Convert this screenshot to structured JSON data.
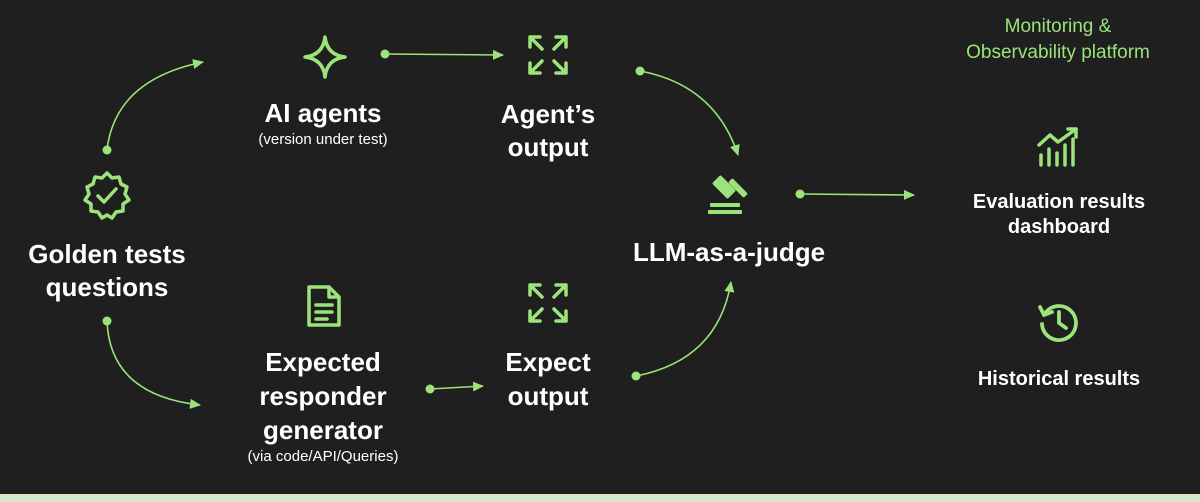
{
  "colors": {
    "accent": "#9be37a",
    "background": "#1f1f1f",
    "text": "#ffffff"
  },
  "nodes": {
    "golden": {
      "icon": "badge-check-icon",
      "lines": [
        "Golden tests",
        "questions"
      ]
    },
    "ai_agents": {
      "icon": "sparkle-icon",
      "title": "AI agents",
      "subtitle": "(version under test)"
    },
    "agent_output": {
      "icon": "expand-arrows-icon",
      "lines": [
        "Agent’s",
        "output"
      ]
    },
    "expected_generator": {
      "icon": "document-icon",
      "lines": [
        "Expected",
        "responder",
        "generator"
      ],
      "subtitle": "(via code/API/Queries)"
    },
    "expect_output": {
      "icon": "expand-arrows-icon",
      "lines": [
        "Expect",
        "output"
      ]
    },
    "judge": {
      "icon": "gavel-icon",
      "title": "LLM-as-a-judge"
    },
    "platform": {
      "lines": [
        "Monitoring &",
        "Observability  platform"
      ]
    },
    "dashboard": {
      "icon": "chart-trend-icon",
      "lines": [
        "Evaluation results",
        "dashboard"
      ]
    },
    "historical": {
      "icon": "history-icon",
      "title": "Historical results"
    }
  }
}
